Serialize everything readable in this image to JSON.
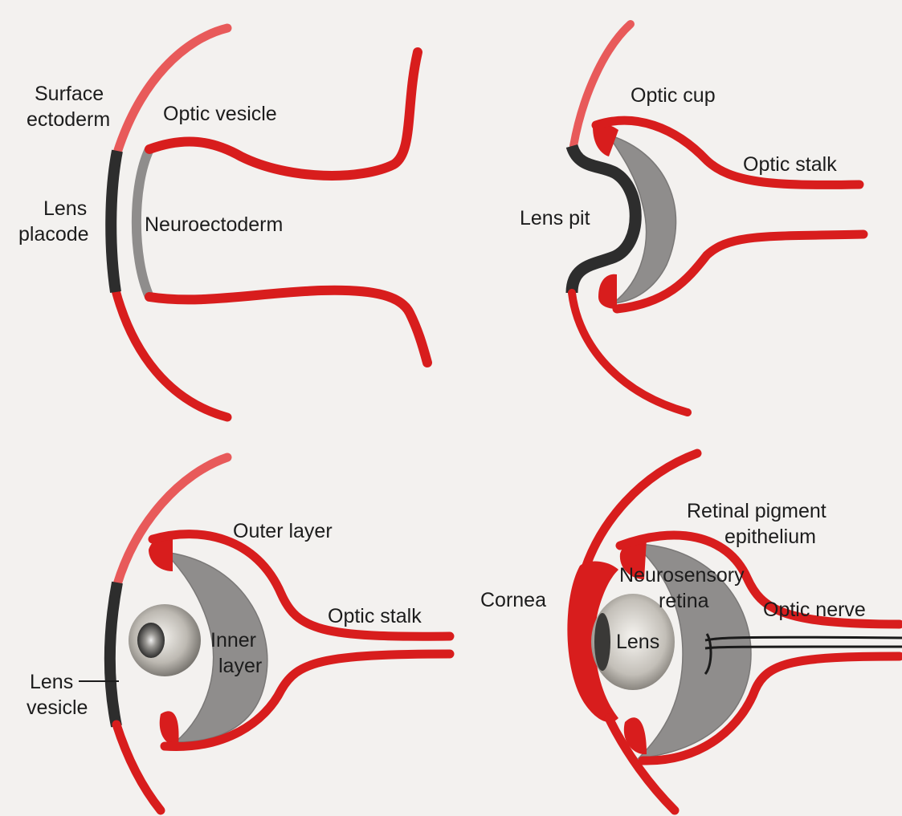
{
  "panels": {
    "p1": {
      "surface_ectoderm": [
        "Surface",
        "ectoderm"
      ],
      "optic_vesicle": "Optic vesicle",
      "lens_placode": [
        "Lens",
        "placode"
      ],
      "neuroectoderm": "Neuroectoderm"
    },
    "p2": {
      "optic_cup": "Optic cup",
      "optic_stalk": "Optic stalk",
      "lens_pit": "Lens pit"
    },
    "p3": {
      "outer_layer": "Outer layer",
      "optic_stalk": "Optic stalk",
      "inner_layer": [
        "Inner",
        "layer"
      ],
      "lens_vesicle": [
        "Lens",
        "vesicle"
      ]
    },
    "p4": {
      "retinal_pigment_epithelium": [
        "Retinal pigment",
        "epithelium"
      ],
      "neurosensory_retina": [
        "Neurosensory",
        "retina"
      ],
      "cornea": "Cornea",
      "optic_nerve": "Optic nerve",
      "lens": "Lens"
    }
  },
  "colors": {
    "tissue_red": "#d81d1d",
    "surface_pink": "#e85a5a",
    "lens_placode_dark": "#2d2d2d",
    "neural_gray": "#8f8d8c"
  }
}
